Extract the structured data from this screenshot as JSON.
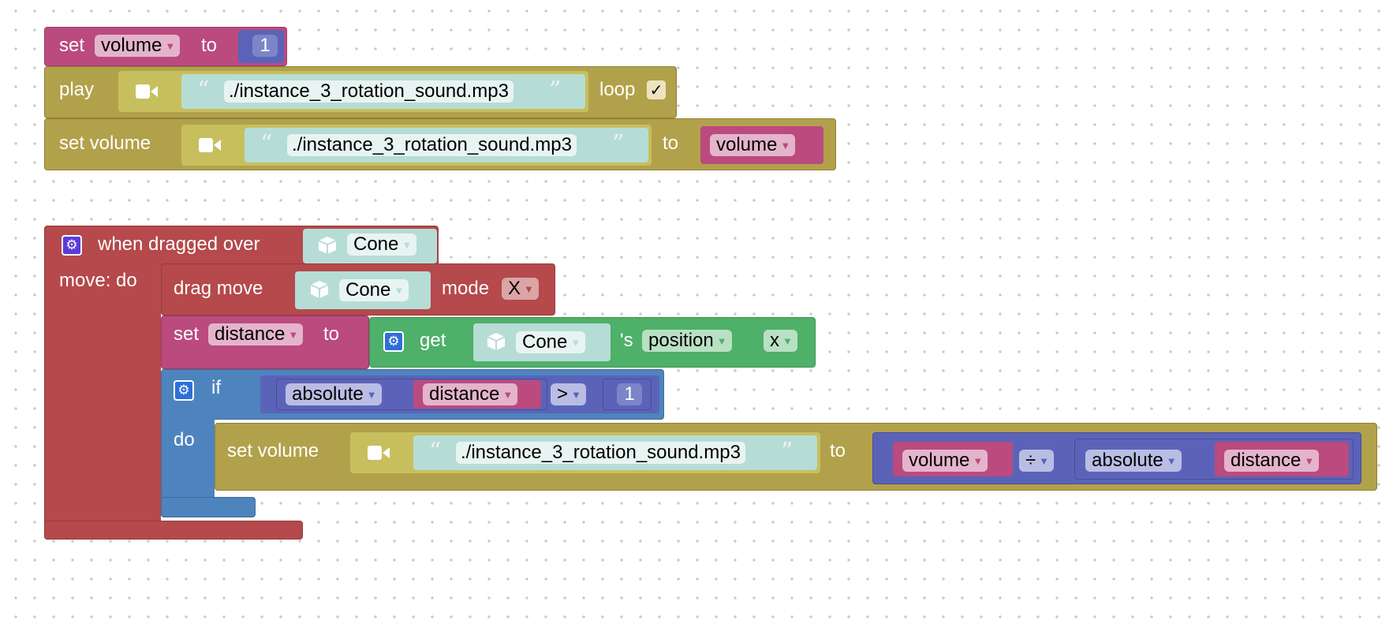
{
  "stack1": {
    "set_label": "set",
    "var_name": "volume",
    "to_label": "to",
    "value": "1",
    "play_label": "play",
    "file1": "./instance_3_rotation_sound.mp3",
    "loop_label": "loop",
    "loop_check": "✓",
    "set_volume_label": "set volume",
    "file2": "./instance_3_rotation_sound.mp3",
    "to_label2": "to",
    "volume_var": "volume"
  },
  "stack2": {
    "event_label": "when dragged over",
    "event_object": "Cone",
    "move_do_label": "move: do",
    "drag_move_label": "drag move",
    "drag_object": "Cone",
    "mode_label": "mode",
    "mode_value": "X",
    "set_label": "set",
    "distance_var": "distance",
    "to_label": "to",
    "get_label": "get",
    "get_object": "Cone",
    "possessive_label": "'s",
    "property": "position",
    "axis": "x",
    "if_label": "if",
    "absolute_fn": "absolute",
    "distance_var2": "distance",
    "operator": ">",
    "compare_value": "1",
    "do_label": "do",
    "set_volume_label": "set volume",
    "file": "./instance_3_rotation_sound.mp3",
    "to_label2": "to",
    "volume_var": "volume",
    "divide_op": "÷",
    "absolute_fn2": "absolute",
    "distance_var3": "distance"
  },
  "colors": {
    "variables": "#bb4a7f",
    "sound": "#b2a14b",
    "events": "#b5494b",
    "transform": "#4fb069",
    "logic": "#4e84bd",
    "math": "#5b63b9",
    "string": "#b6ddd5",
    "object": "#b6ddd5",
    "number": "#5b63b9"
  }
}
